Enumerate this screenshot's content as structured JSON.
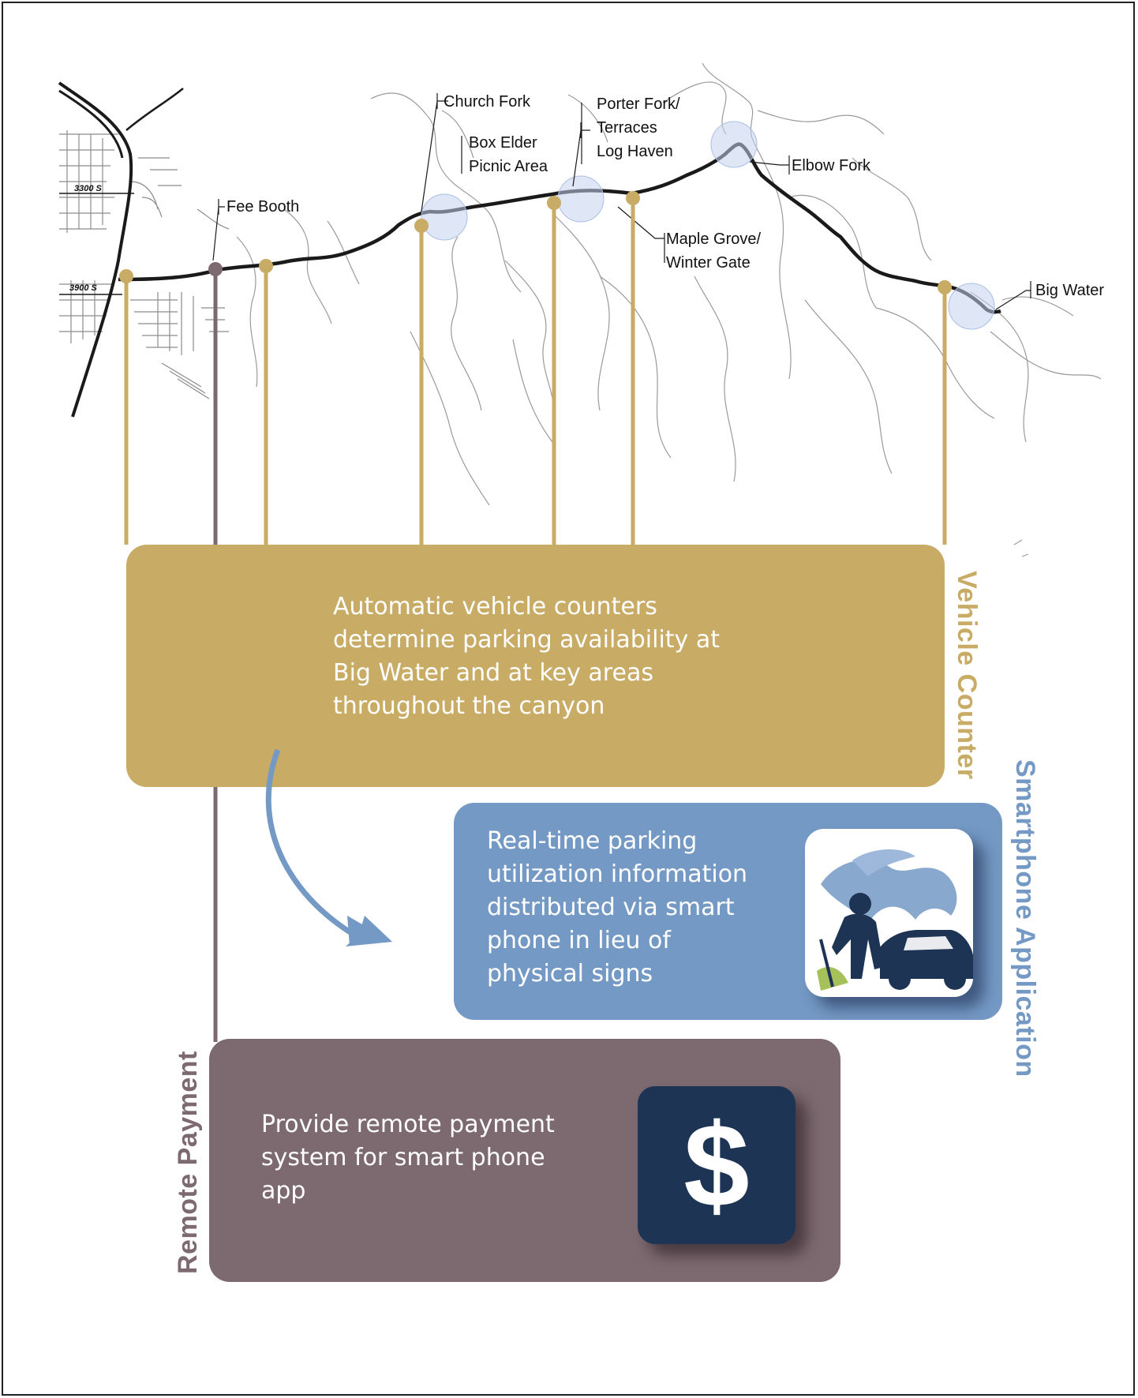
{
  "map": {
    "roads": [
      "3300 S",
      "3900 S"
    ],
    "locations": {
      "fee_booth": "Fee Booth",
      "church_fork": "Church Fork",
      "box_elder": [
        "Box Elder",
        "Picnic Area"
      ],
      "porter_fork": [
        "Porter Fork/",
        "Terraces",
        "Log Haven"
      ],
      "maple_grove": [
        "Maple Grove/",
        "Winter Gate"
      ],
      "elbow_fork": "Elbow Fork",
      "big_water": "Big Water"
    }
  },
  "vehicle_counter": {
    "title": "Vehicle Counter",
    "text": "Automatic vehicle counters determine parking availability at Big Water and at key areas throughout the canyon",
    "color": "#c8ab65"
  },
  "smartphone_app": {
    "title": "Smartphone Application",
    "text": "Real-time parking utilization information distributed via smart phone in lieu of physical signs",
    "icon": "parking-person-car-icon",
    "color": "#7499c4"
  },
  "remote_payment": {
    "title": "Remote Payment",
    "text": "Provide remote payment system for smart phone app",
    "icon_glyph": "$",
    "icon": "dollar-icon",
    "color": "#7d6a70"
  }
}
